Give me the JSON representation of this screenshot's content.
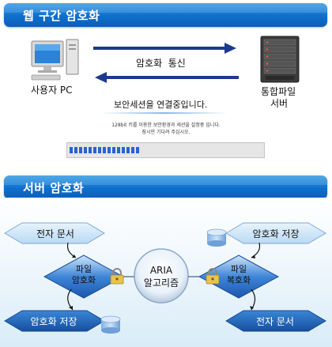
{
  "section1": {
    "title": "웹 구간 암호화",
    "client_label": "사용자 PC",
    "server_label_1": "통합파일",
    "server_label_2": "서버",
    "arrow_label": "암호화  통신",
    "status_text": "보안세션을 연결중입니다.",
    "info_line_1": "128bit 키를 이용한 보안환경과 세션을 설정중 입니다.",
    "info_line_2": "잠시만 기다려 주십시오.",
    "progress_percent": 37
  },
  "section2": {
    "title": "서버 암호화",
    "center_line_1": "ARIA",
    "center_line_2": "알고리즘",
    "left_top": "전자 문서",
    "left_mid_1": "파일",
    "left_mid_2": "암호화",
    "left_bottom": "암호화 저장",
    "right_top": "암호화 저장",
    "right_mid_1": "파일",
    "right_mid_2": "복호화",
    "right_bottom": "전자 문서"
  },
  "colors": {
    "header_blue": "#0f6fcd",
    "arrow_navy": "#1c3a8c",
    "diamond_blue": "#3f86d8",
    "pentagon_light": "#cfe6f8",
    "pentagon_dark": "#1d5fb2"
  },
  "icons": {
    "client": "desktop-pc-icon",
    "server": "server-rack-icon",
    "lock": "padlock-icon",
    "database": "database-cylinder-icon"
  }
}
